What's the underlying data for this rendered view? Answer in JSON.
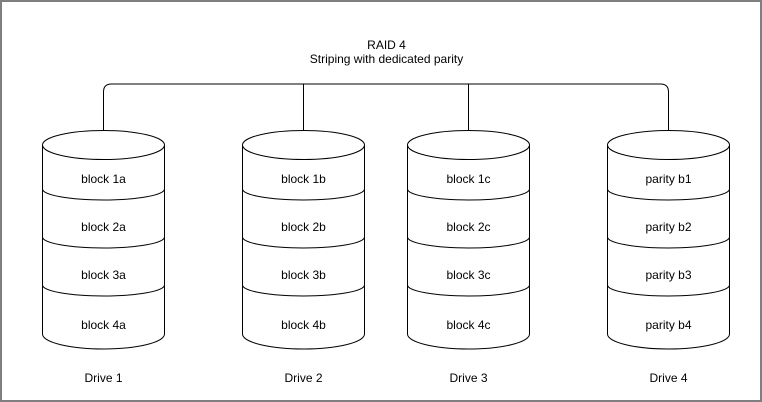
{
  "title": "RAID 4",
  "subtitle": "Striping with dedicated parity",
  "drives": [
    {
      "label": "Drive 1",
      "blocks": [
        "block 1a",
        "block 2a",
        "block 3a",
        "block 4a"
      ]
    },
    {
      "label": "Drive 2",
      "blocks": [
        "block 1b",
        "block 2b",
        "block 3b",
        "block 4b"
      ]
    },
    {
      "label": "Drive 3",
      "blocks": [
        "block 1c",
        "block 2c",
        "block 3c",
        "block 4c"
      ]
    },
    {
      "label": "Drive 4",
      "blocks": [
        "parity b1",
        "parity b2",
        "parity b3",
        "parity b4"
      ]
    }
  ],
  "colors": {
    "line": "#000000",
    "text": "#000000",
    "background": "#ffffff",
    "frame_border": "#7f7f7f"
  }
}
